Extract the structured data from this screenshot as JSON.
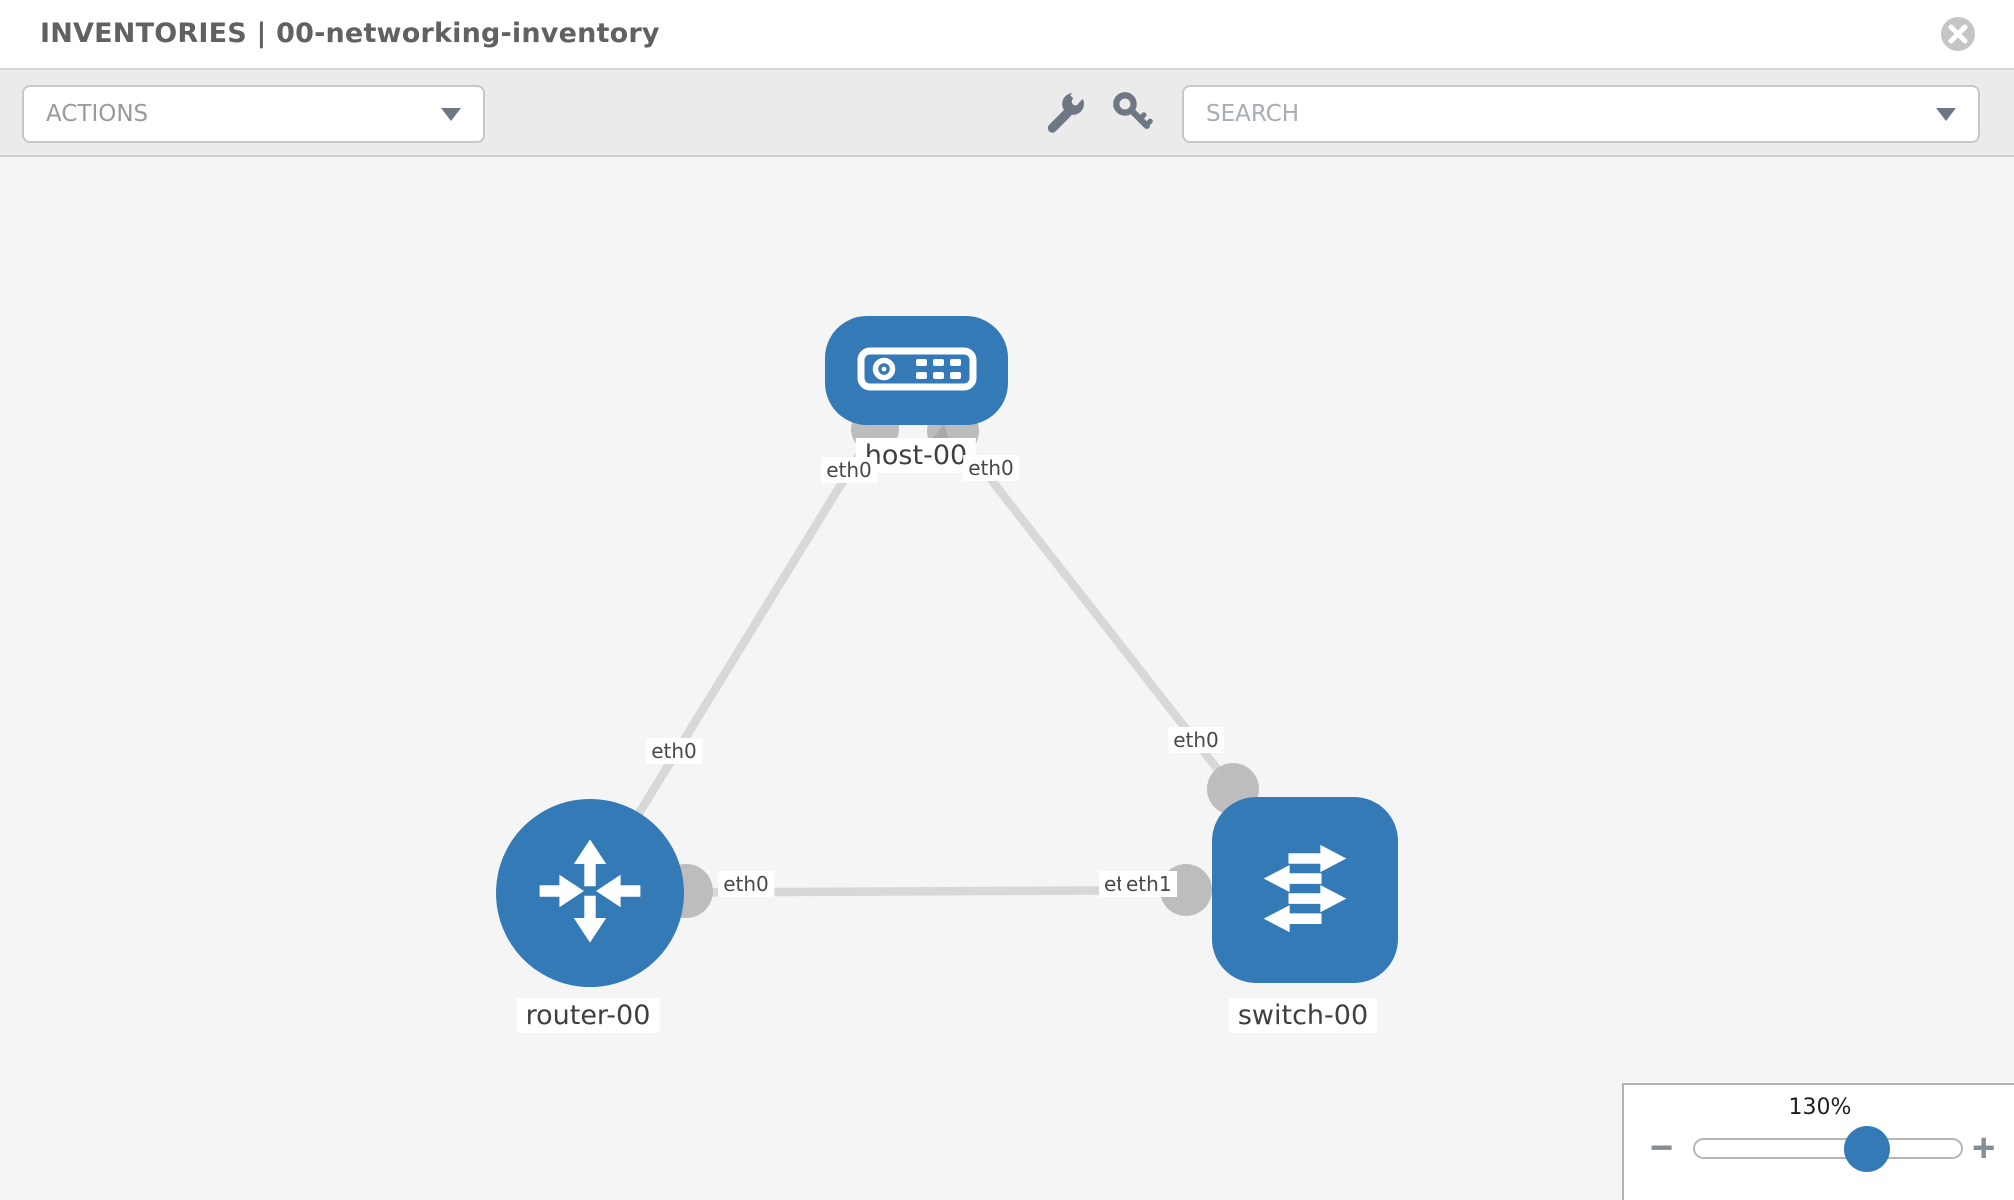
{
  "header": {
    "title": "INVENTORIES | 00-networking-inventory"
  },
  "toolbar": {
    "actions_label": "ACTIONS",
    "search_placeholder": "SEARCH"
  },
  "diagram": {
    "nodes": {
      "host": {
        "label": "host-00",
        "type": "host"
      },
      "router": {
        "label": "router-00",
        "type": "router"
      },
      "switch": {
        "label": "switch-00",
        "type": "switch"
      }
    },
    "links": [
      {
        "from": "host-00",
        "to": "router-00",
        "from_interface": "eth0",
        "to_interface": "eth0"
      },
      {
        "from": "host-00",
        "to": "switch-00",
        "from_interface": "eth0",
        "to_interface": "eth0"
      },
      {
        "from": "router-00",
        "to": "switch-00",
        "from_interface": "eth0",
        "to_interface": "eth1"
      }
    ],
    "interface_labels": {
      "host_left": "eth0",
      "host_right": "eth0",
      "host_router_link": "eth0",
      "host_switch_link": "eth0",
      "router_switch_router_end": "eth0",
      "router_switch_switch_end_back": "eth0",
      "router_switch_switch_end_front": "eth1"
    }
  },
  "zoom_control": {
    "level": "130%",
    "minus_label": "−",
    "plus_label": "+"
  },
  "colors": {
    "node_blue": "#337ab7",
    "link_gray": "#d8d8d8",
    "connector_gray": "#bdbdbd",
    "toolbar_gray": "#ebebeb"
  }
}
